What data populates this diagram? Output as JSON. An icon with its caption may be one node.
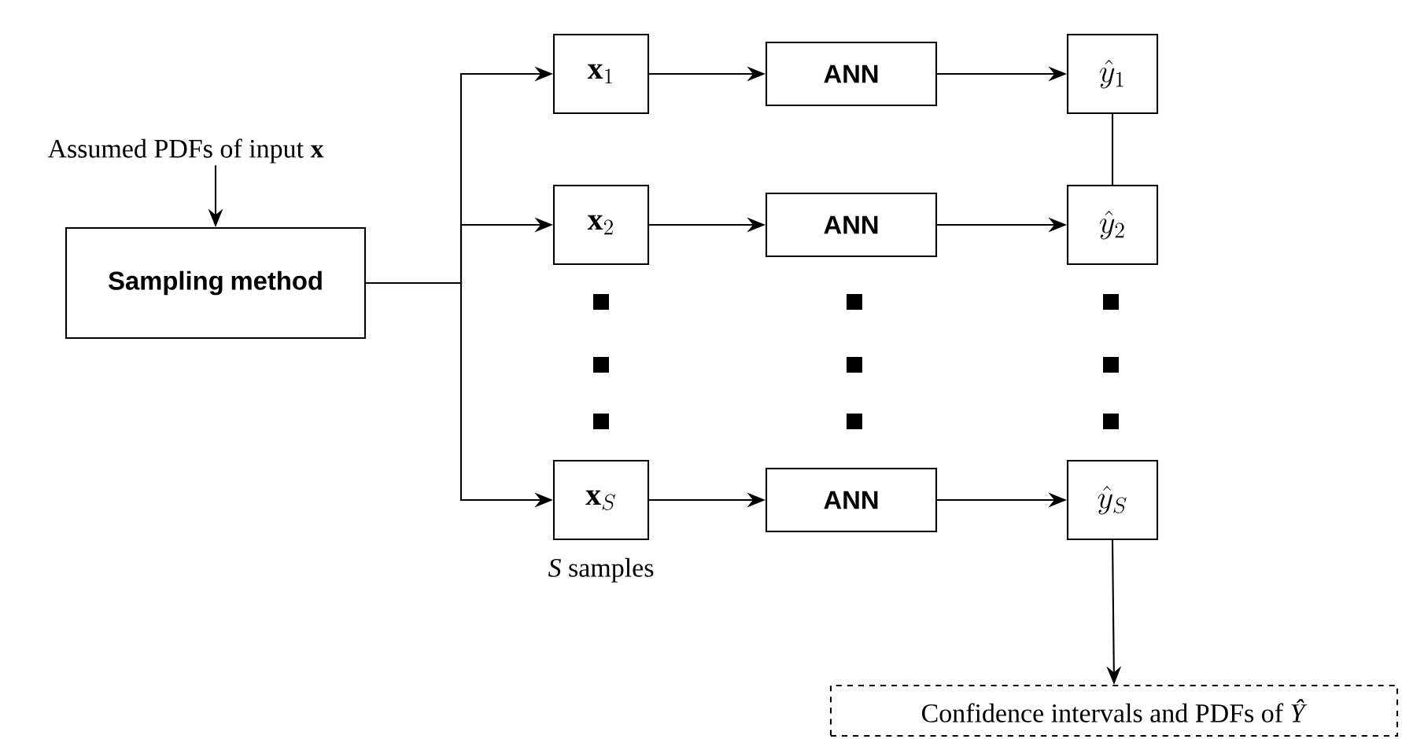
{
  "diagram": {
    "nodes": [
      {
        "text": [
          "Assumed PDFs of input **x**"
        ]
      },
      {
        "text": [
          "Sampling method"
        ]
      },
      {
        "text": [
          "\\mathbf{x}_1"
        ]
      },
      {
        "text": [
          "ANN"
        ]
      },
      {
        "text": [
          "\\hat{y}_1"
        ]
      },
      {
        "text": [
          "\\mathbf{x}_2"
        ]
      },
      {
        "text": [
          "ANN"
        ]
      },
      {
        "text": [
          "\\hat{y}_2"
        ]
      },
      {
        "text": [
          "\\mathbf{x}_S"
        ],
        "beside": [
          "*S* samples"
        ]
      },
      {
        "text": [
          "ANN"
        ]
      },
      {
        "text": [
          "\\hat{y}_S"
        ]
      },
      {
        "text": [
          "Confidence intervals and PDFs of *Ŷ*"
        ]
      }
    ],
    "edges": [
      {
        "from": 0,
        "to": 1,
        "arrow": "to"
      },
      {
        "from": 1,
        "to": 2,
        "arrow": "to"
      },
      {
        "from": 1,
        "to": 5,
        "arrow": "to"
      },
      {
        "from": 1,
        "to": 8,
        "arrow": "to"
      },
      {
        "from": 2,
        "to": 3,
        "arrow": "to"
      },
      {
        "from": 3,
        "to": 4,
        "arrow": "to"
      },
      {
        "from": 5,
        "to": 6,
        "arrow": "to"
      },
      {
        "from": 6,
        "to": 7,
        "arrow": "to"
      },
      {
        "from": 8,
        "to": 9,
        "arrow": "to"
      },
      {
        "from": 9,
        "to": 10,
        "arrow": "to"
      },
      {
        "from": 4,
        "to": 7,
        "arrow": "none"
      },
      {
        "from": 10,
        "to": 11,
        "arrow": "to"
      }
    ]
  }
}
